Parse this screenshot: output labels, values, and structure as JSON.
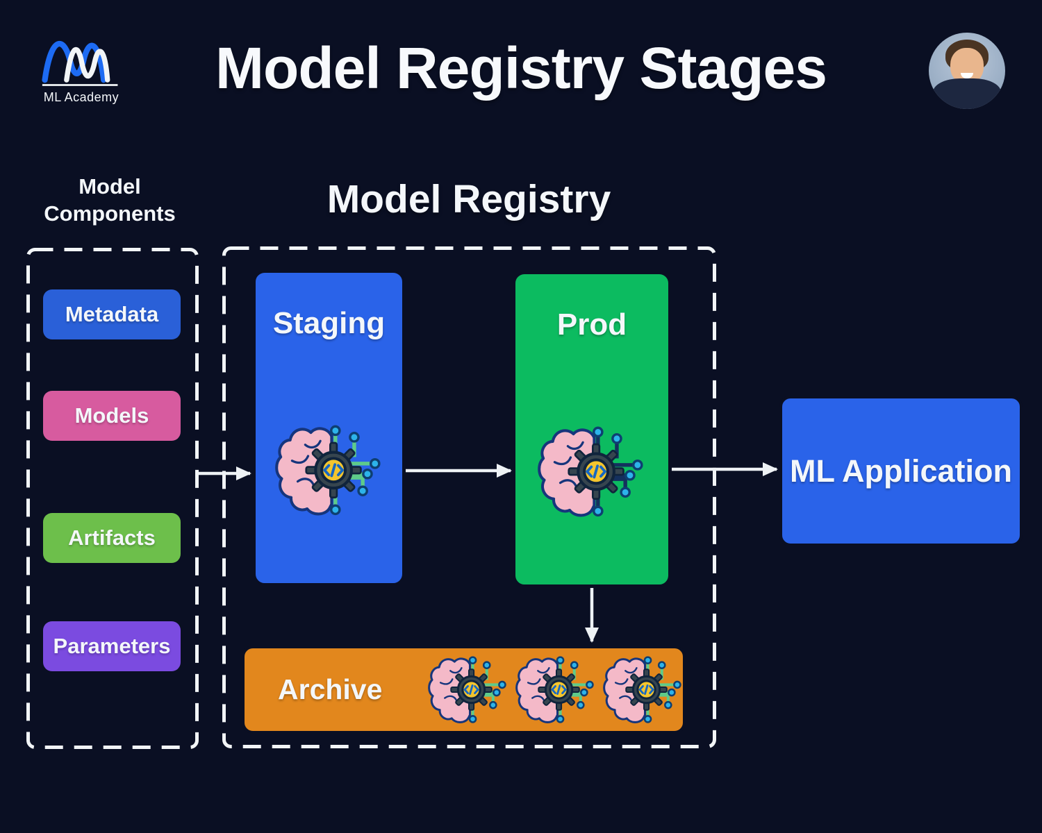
{
  "header": {
    "brand": "ML Academy",
    "title": "Model Registry Stages",
    "avatar_alt": "instructor-photo"
  },
  "components_panel": {
    "heading": "Model Components",
    "items": [
      {
        "label": "Metadata",
        "color": "#2a60d8"
      },
      {
        "label": "Models",
        "color": "#d75b9f"
      },
      {
        "label": "Artifacts",
        "color": "#6dbf4b"
      },
      {
        "label": "Parameters",
        "color": "#7b4be0"
      }
    ]
  },
  "registry": {
    "heading": "Model Registry",
    "stages": [
      {
        "label": "Staging",
        "color": "#2a63e9",
        "icon": "brain-circuit-icon",
        "wire_color": "#5ecb8a"
      },
      {
        "label": "Prod",
        "color": "#0cbb60",
        "icon": "brain-circuit-icon",
        "wire_color": "#14305e"
      }
    ],
    "archive": {
      "label": "Archive",
      "color": "#e2871d",
      "icon": "brain-circuit-icon",
      "icon_count": 3,
      "wire_color": "#5ecb8a"
    }
  },
  "application": {
    "label": "ML Application",
    "color": "#2a63e9"
  },
  "colors": {
    "background": "#0a0f23",
    "dashed_border": "#f2f5f7",
    "arrow": "#eef2f5",
    "logo_wave_blue": "#1d6bf3",
    "logo_wave_white": "#f2f5f7"
  }
}
